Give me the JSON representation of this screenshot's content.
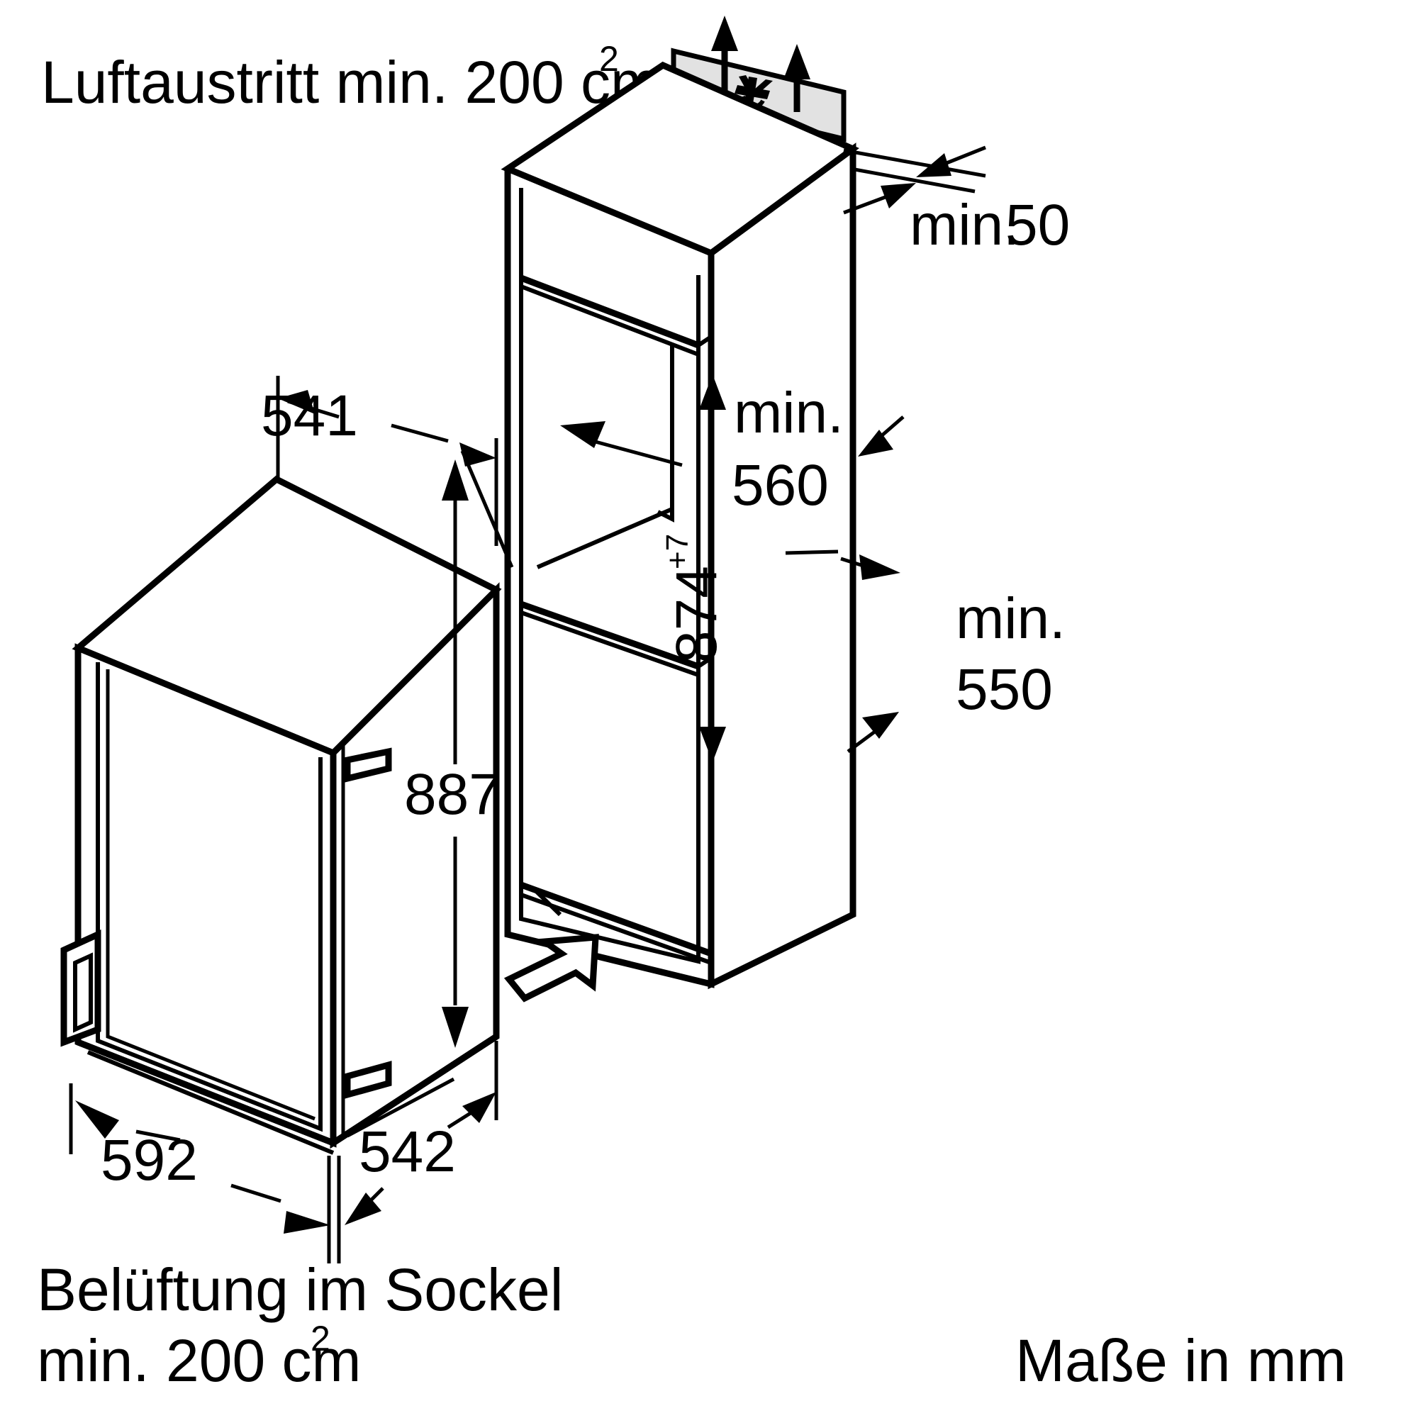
{
  "drawing": {
    "title_note_top": "Luftaustritt min. 200 cm",
    "title_note_top_sup": "2",
    "note_bottom_line1": "Belüftung im Sockel",
    "note_bottom_line2": "min. 200 cm",
    "note_bottom_sup": "2",
    "units_note": "Maße in mm",
    "colors": {
      "line": "#000000",
      "vent_panel_fill": "#e2e2e2",
      "background": "#ffffff"
    }
  },
  "appliance": {
    "label": "built-in refrigerator appliance",
    "dimensions": {
      "width_top": "541",
      "height_side": "887",
      "depth_front": "592",
      "depth_body": "542"
    }
  },
  "niche": {
    "label": "installation niche / kitchen cabinet",
    "dimensions": {
      "gap_top_prefix": "min.",
      "gap_top_value": "50",
      "niche_width_prefix": "min.",
      "niche_width_value": "560",
      "niche_height_value": "874",
      "niche_height_sup": "+7",
      "niche_depth_prefix": "min.",
      "niche_depth_value": "550"
    }
  },
  "annotations": {
    "top_air_outlet": "Luftaustritt min. 200 cm²",
    "bottom_air_inlet": "Belüftung im Sockel min. 200 cm²",
    "units": "Maße in mm"
  }
}
